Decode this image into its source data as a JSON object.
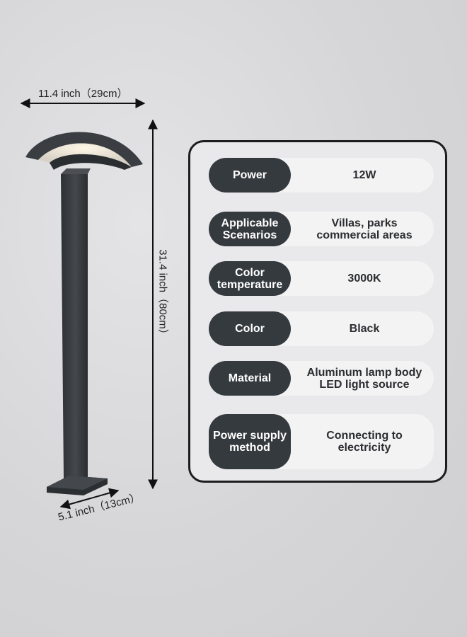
{
  "dimensions": {
    "width": "11.4 inch（29cm）",
    "height": "31.4 inch（80cm）",
    "base": "5.1 inch（13cm）"
  },
  "specs": [
    {
      "label": "Power",
      "value": "12W"
    },
    {
      "label": "Applicable\nScenarios",
      "value": "Villas, parks\ncommercial areas"
    },
    {
      "label": "Color\ntemperature",
      "value": "3000K"
    },
    {
      "label": "Color",
      "value": "Black"
    },
    {
      "label": "Material",
      "value": "Aluminum lamp body\nLED light source"
    },
    {
      "label": "Power supply\nmethod",
      "value": "Connecting to\nelectricity"
    }
  ],
  "colors": {
    "lamp_body": "#3a3d41",
    "label_bg": "#353a3f",
    "value_bg": "#f3f3f4",
    "card_border": "#1c1d1f"
  }
}
